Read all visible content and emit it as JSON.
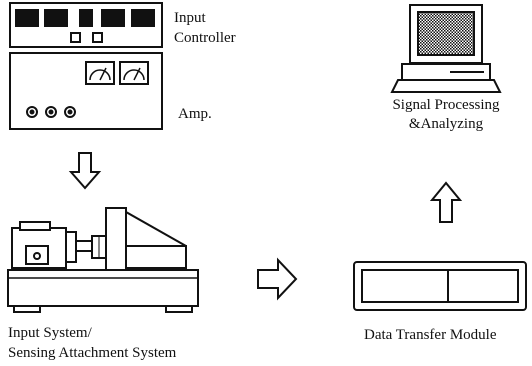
{
  "labels": {
    "input_controller_line1": "Input",
    "input_controller_line2": "Controller",
    "amp": "Amp.",
    "signal_processing_line1": "Signal Processing",
    "signal_processing_line2": "&Analyzing",
    "input_system_line1": "Input System/",
    "input_system_line2": "Sensing Attachment System",
    "data_transfer": "Data Transfer Module"
  },
  "icons": {
    "controller": "input-controller-icon",
    "amplifier": "amplifier-icon",
    "computer": "computer-workstation-icon",
    "test_rig": "test-rig-icon",
    "module": "data-transfer-module-icon"
  },
  "colors": {
    "stroke": "#111111",
    "screen_hatch": "#111111",
    "background": "#ffffff"
  }
}
